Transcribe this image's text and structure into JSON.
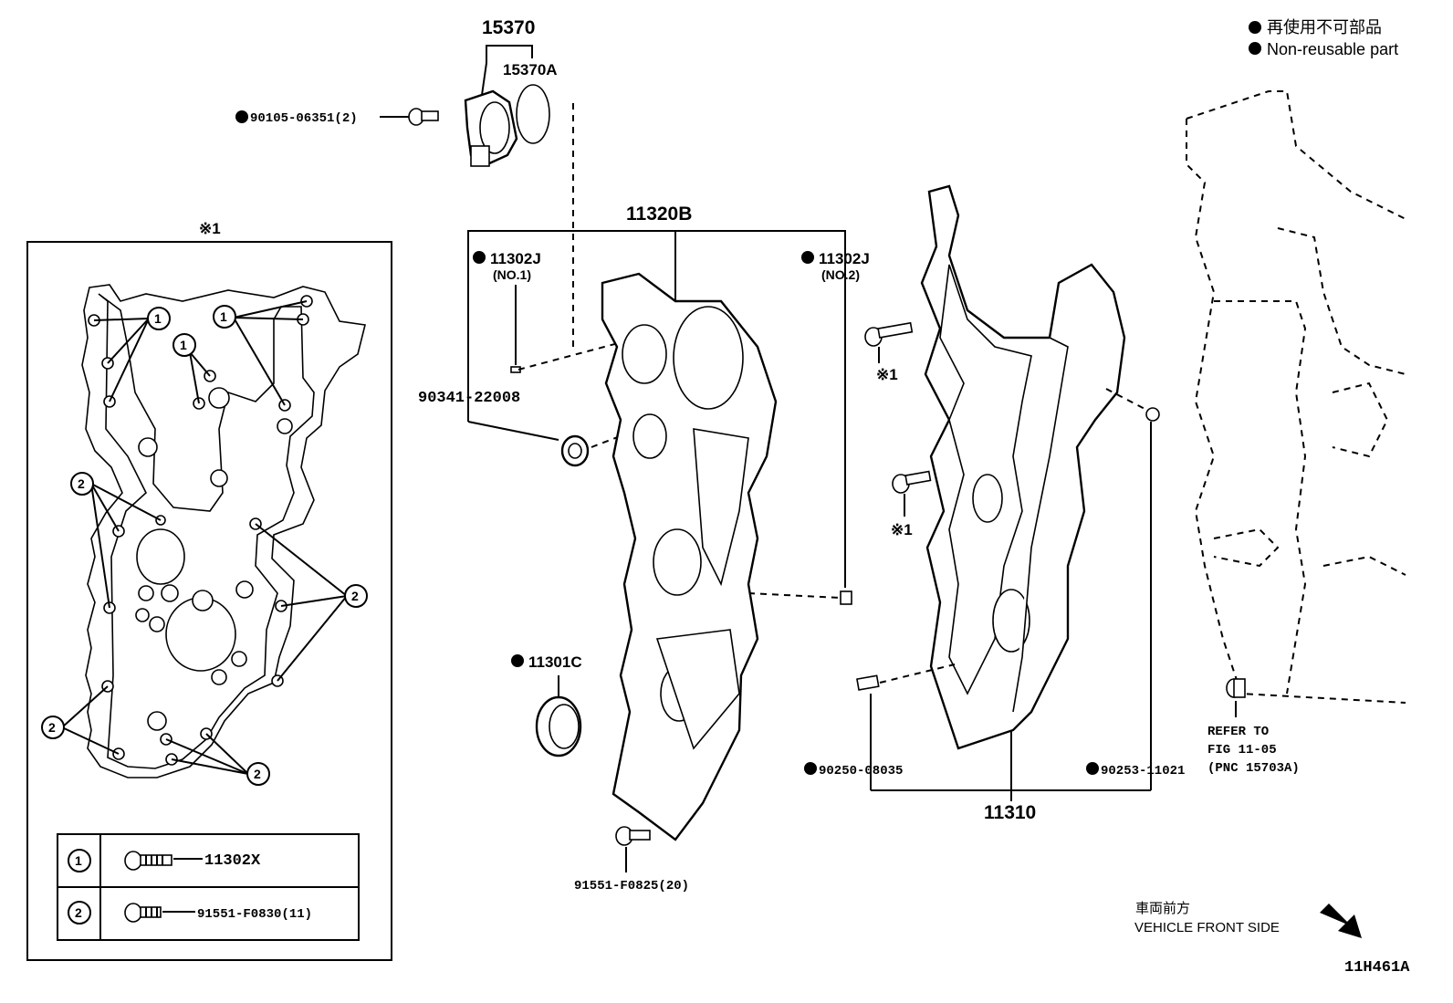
{
  "legend": {
    "bullet": "●",
    "line_ja": "再使用不可部品",
    "line_en": "Non-reusable part"
  },
  "inset": {
    "title": "※1",
    "callout_1": "1",
    "callout_2": "2",
    "table": {
      "rows": [
        {
          "key": "1",
          "part": "11302X"
        },
        {
          "key": "2",
          "part": "91551-F0830(11)"
        }
      ]
    }
  },
  "labels": {
    "p15370": "15370",
    "p15370A": "15370A",
    "p90105": "90105-06351(2)",
    "p11320B": "11320B",
    "p11302J_1": "11302J",
    "p11302J_1_sub": "(NO.1)",
    "p11302J_2": "11302J",
    "p11302J_2_sub": "(NO.2)",
    "p90341": "90341-22008",
    "p11301C": "11301C",
    "p91551_F0825": "91551-F0825(20)",
    "ref1a": "※1",
    "ref1b": "※1",
    "p90250": "90250-08035",
    "p90253": "90253-11021",
    "p11310": "11310",
    "refer_1": "REFER TO",
    "refer_2": "FIG 11-05",
    "refer_3": "(PNC 15703A)"
  },
  "direction": {
    "ja": "車両前方",
    "en": "VEHICLE FRONT SIDE"
  },
  "figure_id": "11H461A"
}
